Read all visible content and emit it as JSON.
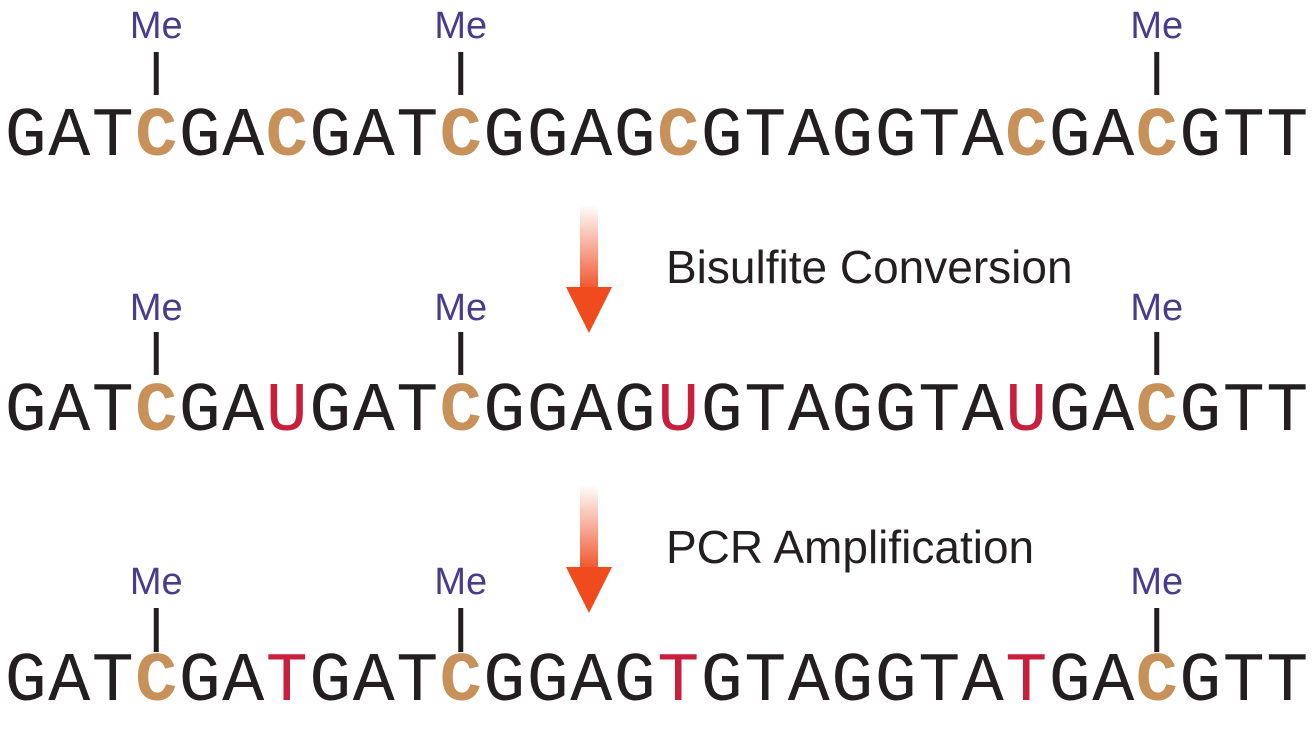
{
  "methyl_label": "Me",
  "rows": [
    {
      "sequence": "GATCGACGATCGGAGCGTAGGTACGACGTT",
      "highlight_positions": [
        3,
        6,
        10,
        15,
        23,
        26
      ],
      "converted_positions": [],
      "methyl_positions": [
        3,
        10,
        26
      ]
    },
    {
      "sequence": "GATCGAUGATCGGAGUGTAGGTAUGACGTT",
      "highlight_positions": [
        3,
        10,
        26
      ],
      "converted_positions": [
        6,
        15,
        23
      ],
      "methyl_positions": [
        3,
        10,
        26
      ]
    },
    {
      "sequence": "GATCGATGATCGGAGTGTAGGTATGACGTT",
      "highlight_positions": [
        3,
        10,
        26
      ],
      "converted_positions": [
        6,
        15,
        23
      ],
      "methyl_positions": [
        3,
        10,
        26
      ]
    }
  ],
  "steps": [
    {
      "label": "Bisulfite Conversion"
    },
    {
      "label": "PCR Amplification"
    }
  ],
  "colors": {
    "base": "#231f20",
    "methylated_c": "#c8915a",
    "converted": "#c8203c",
    "methyl": "#4b3b8c",
    "arrow": "#f04a1f"
  }
}
